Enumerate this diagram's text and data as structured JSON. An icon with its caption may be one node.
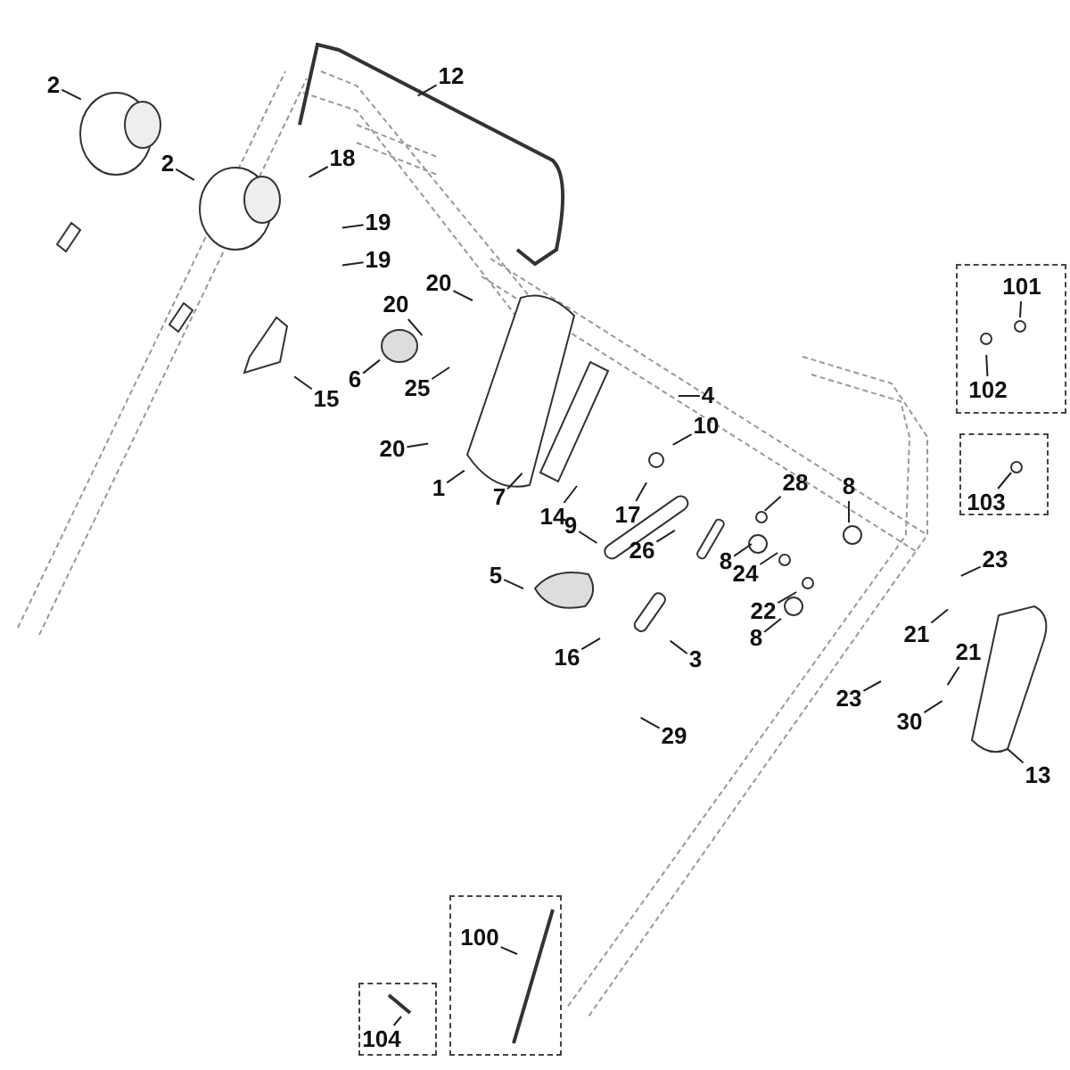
{
  "diagram": {
    "nodes": [
      {
        "text": [
          "12"
        ]
      },
      {
        "text": [
          "2"
        ]
      },
      {
        "text": [
          "2"
        ]
      },
      {
        "text": [
          "18"
        ]
      },
      {
        "text": [
          "19"
        ]
      },
      {
        "text": [
          "19"
        ]
      },
      {
        "text": [
          "20"
        ]
      },
      {
        "text": [
          "20"
        ]
      },
      {
        "text": [
          "6"
        ]
      },
      {
        "text": [
          "25"
        ]
      },
      {
        "text": [
          "15"
        ]
      },
      {
        "text": [
          "20"
        ]
      },
      {
        "text": [
          "1"
        ]
      },
      {
        "text": [],
        "shape": "box"
      },
      {
        "text": [
          "101"
        ],
        "in": 13
      },
      {
        "text": [
          "102"
        ],
        "in": 13
      },
      {
        "text": [],
        "shape": "box"
      },
      {
        "text": [
          "103"
        ],
        "in": 16
      },
      {
        "text": [
          "4"
        ]
      },
      {
        "text": [
          "10"
        ]
      },
      {
        "text": [
          "7"
        ]
      },
      {
        "text": [
          "14"
        ]
      },
      {
        "text": [
          "17"
        ]
      },
      {
        "text": [
          "9"
        ]
      },
      {
        "text": [
          "28"
        ]
      },
      {
        "text": [
          "8"
        ]
      },
      {
        "text": [
          "26"
        ]
      },
      {
        "text": [
          "8"
        ]
      },
      {
        "text": [
          "24"
        ]
      },
      {
        "text": [
          "22"
        ]
      },
      {
        "text": [
          "8"
        ]
      },
      {
        "text": [
          "23"
        ]
      },
      {
        "text": [
          "5"
        ]
      },
      {
        "text": [
          "21"
        ]
      },
      {
        "text": [
          "21"
        ]
      },
      {
        "text": [
          "16"
        ]
      },
      {
        "text": [
          "3"
        ]
      },
      {
        "text": [
          "23"
        ]
      },
      {
        "text": [
          "30"
        ]
      },
      {
        "text": [
          "29"
        ]
      },
      {
        "text": [
          "13"
        ]
      },
      {
        "text": [],
        "shape": "box"
      },
      {
        "text": [
          "100"
        ],
        "in": 41
      },
      {
        "text": [],
        "shape": "box"
      },
      {
        "text": [
          "104"
        ],
        "in": 43
      }
    ],
    "edges": [
      {
        "from": 0,
        "to": null,
        "arrow": "none"
      },
      {
        "from": 1,
        "to": null,
        "arrow": "none"
      },
      {
        "from": 2,
        "to": null,
        "arrow": "none"
      },
      {
        "from": 3,
        "to": null,
        "arrow": "none"
      },
      {
        "from": 4,
        "to": null,
        "arrow": "none"
      },
      {
        "from": 5,
        "to": null,
        "arrow": "none"
      },
      {
        "from": 6,
        "to": null,
        "arrow": "none"
      },
      {
        "from": 7,
        "to": null,
        "arrow": "none"
      },
      {
        "from": 8,
        "to": null,
        "arrow": "none"
      },
      {
        "from": 9,
        "to": null,
        "arrow": "none"
      },
      {
        "from": 10,
        "to": null,
        "arrow": "none"
      },
      {
        "from": 11,
        "to": null,
        "arrow": "none"
      },
      {
        "from": 12,
        "to": null,
        "arrow": "none"
      },
      {
        "from": 14,
        "to": null,
        "arrow": "none"
      },
      {
        "from": 15,
        "to": null,
        "arrow": "none"
      },
      {
        "from": 17,
        "to": null,
        "arrow": "none"
      },
      {
        "from": 18,
        "to": null,
        "arrow": "none"
      },
      {
        "from": 19,
        "to": null,
        "arrow": "none"
      },
      {
        "from": 20,
        "to": null,
        "arrow": "none"
      },
      {
        "from": 21,
        "to": null,
        "arrow": "none"
      },
      {
        "from": 22,
        "to": null,
        "arrow": "none"
      },
      {
        "from": 23,
        "to": null,
        "arrow": "none"
      },
      {
        "from": 24,
        "to": null,
        "arrow": "none"
      },
      {
        "from": 25,
        "to": null,
        "arrow": "none"
      },
      {
        "from": 26,
        "to": null,
        "arrow": "none"
      },
      {
        "from": 27,
        "to": null,
        "arrow": "none"
      },
      {
        "from": 28,
        "to": null,
        "arrow": "none"
      },
      {
        "from": 29,
        "to": null,
        "arrow": "none"
      },
      {
        "from": 30,
        "to": null,
        "arrow": "none"
      },
      {
        "from": 31,
        "to": null,
        "arrow": "none"
      },
      {
        "from": 32,
        "to": null,
        "arrow": "none"
      },
      {
        "from": 33,
        "to": null,
        "arrow": "none"
      },
      {
        "from": 34,
        "to": null,
        "arrow": "none"
      },
      {
        "from": 35,
        "to": null,
        "arrow": "none"
      },
      {
        "from": 36,
        "to": null,
        "arrow": "none"
      },
      {
        "from": 37,
        "to": null,
        "arrow": "none"
      },
      {
        "from": 38,
        "to": null,
        "arrow": "none"
      },
      {
        "from": 39,
        "to": null,
        "arrow": "none"
      },
      {
        "from": 40,
        "to": null,
        "arrow": "none"
      },
      {
        "from": 42,
        "to": null,
        "arrow": "none"
      },
      {
        "from": 44,
        "to": null,
        "arrow": "none"
      }
    ]
  }
}
